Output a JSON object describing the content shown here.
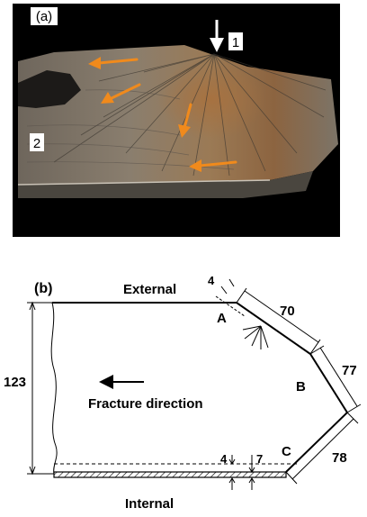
{
  "panel_a": {
    "label": "(a)",
    "marker_1": "1",
    "marker_2": "2"
  },
  "panel_b": {
    "label": "(b)",
    "external": "External",
    "internal": "Internal",
    "fracture_direction": "Fracture direction",
    "point_a": "A",
    "point_b": "B",
    "point_c": "C",
    "dim_height": "123",
    "dim_bevel_top": "70",
    "dim_side": "77",
    "dim_bevel_bottom": "78",
    "dim_notch_top": "4",
    "dim_layer_4": "4",
    "dim_layer_7": "7"
  },
  "colors": {
    "photo_background": "#000000",
    "arrow_orange": "#f08a1c",
    "drawing_line": "#000000"
  }
}
